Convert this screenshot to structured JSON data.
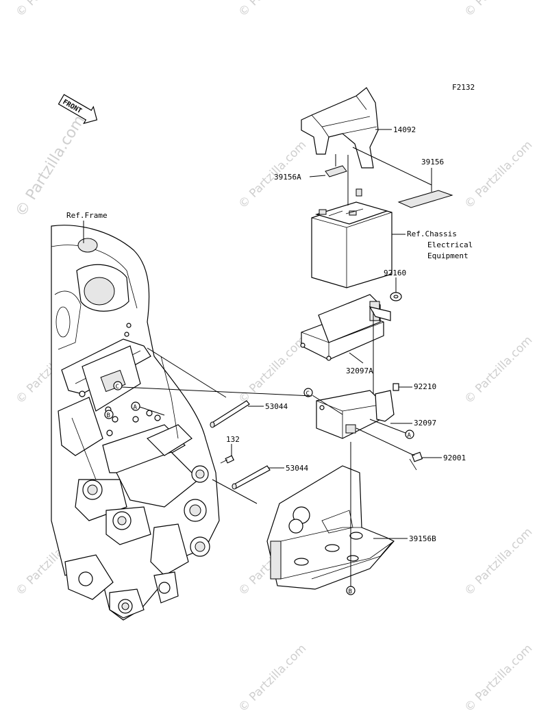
{
  "figure_code": "F2132",
  "watermark": {
    "side_text": "© Partzilla.com",
    "tile_text": "© Partzilla.com",
    "color": "#cfcfcf"
  },
  "front_arrow": {
    "text": "FRONT"
  },
  "labels": {
    "ref_frame": "Ref.Frame",
    "ref_chassis_line1": "Ref.Chassis",
    "ref_chassis_line2": "Electrical",
    "ref_chassis_line3": "Equipment"
  },
  "parts": [
    {
      "number": "14092"
    },
    {
      "number": "39156"
    },
    {
      "number": "39156A"
    },
    {
      "number": "92160"
    },
    {
      "number": "32097A"
    },
    {
      "number": "92210"
    },
    {
      "number": "32097"
    },
    {
      "number": "92001"
    },
    {
      "number": "53044"
    },
    {
      "number": "132"
    },
    {
      "number": "53044"
    },
    {
      "number": "39156B"
    }
  ],
  "markers": {
    "a": "A",
    "b": "B",
    "c": "C"
  }
}
